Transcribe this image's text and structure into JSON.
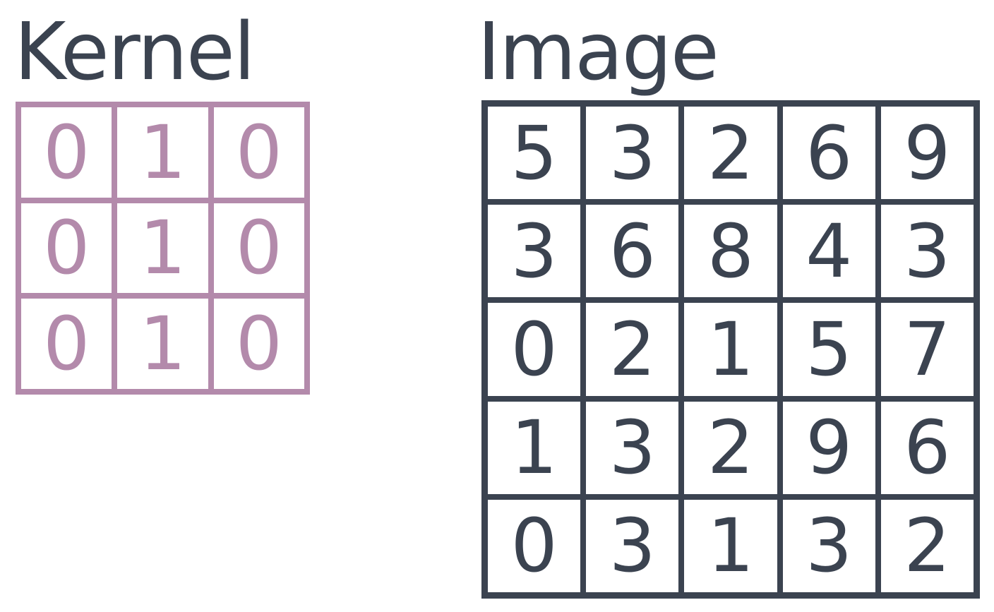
{
  "colors": {
    "kernel": "#b38aab",
    "image": "#3b4350",
    "background": "#ffffff"
  },
  "kernel": {
    "title": "Kernel",
    "rows": [
      [
        "0",
        "1",
        "0"
      ],
      [
        "0",
        "1",
        "0"
      ],
      [
        "0",
        "1",
        "0"
      ]
    ]
  },
  "image": {
    "title": "Image",
    "rows": [
      [
        "5",
        "3",
        "2",
        "6",
        "9"
      ],
      [
        "3",
        "6",
        "8",
        "4",
        "3"
      ],
      [
        "0",
        "2",
        "1",
        "5",
        "7"
      ],
      [
        "1",
        "3",
        "2",
        "9",
        "6"
      ],
      [
        "0",
        "3",
        "1",
        "3",
        "2"
      ]
    ]
  }
}
